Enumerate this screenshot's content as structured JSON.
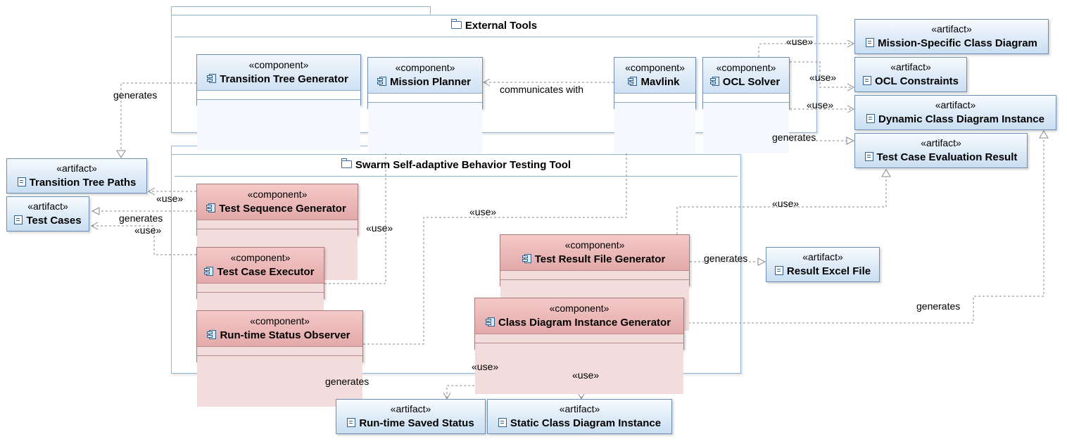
{
  "packages": {
    "external": {
      "title": "External Tools"
    },
    "swarm": {
      "title": "Swarm Self-adaptive Behavior Testing Tool"
    }
  },
  "components": {
    "ttg": {
      "stereotype": "«component»",
      "name": "Transition Tree Generator"
    },
    "mp": {
      "stereotype": "«component»",
      "name": "Mission Planner"
    },
    "mav": {
      "stereotype": "«component»",
      "name": "Mavlink"
    },
    "ocl": {
      "stereotype": "«component»",
      "name": "OCL Solver"
    },
    "tsg": {
      "stereotype": "«component»",
      "name": "Test Sequence Generator"
    },
    "tce": {
      "stereotype": "«component»",
      "name": "Test Case Executor"
    },
    "rso": {
      "stereotype": "«component»",
      "name": "Run-time Status Observer"
    },
    "trfg": {
      "stereotype": "«component»",
      "name": "Test Result File Generator"
    },
    "cdig": {
      "stereotype": "«component»",
      "name": "Class Diagram Instance Generator"
    }
  },
  "artifacts": {
    "mscd": {
      "stereotype": "«artifact»",
      "name": "Mission-Specific Class Diagram"
    },
    "oclc": {
      "stereotype": "«artifact»",
      "name": "OCL Constraints"
    },
    "dcdi": {
      "stereotype": "«artifact»",
      "name": "Dynamic Class Diagram Instance"
    },
    "tcer": {
      "stereotype": "«artifact»",
      "name": "Test Case Evaluation Result"
    },
    "ttp": {
      "stereotype": "«artifact»",
      "name": "Transition Tree Paths"
    },
    "tc": {
      "stereotype": "«artifact»",
      "name": "Test Cases"
    },
    "ref": {
      "stereotype": "«artifact»",
      "name": "Result Excel File"
    },
    "rss": {
      "stereotype": "«artifact»",
      "name": "Run-time Saved Status"
    },
    "scdi": {
      "stereotype": "«artifact»",
      "name": "Static Class Diagram Instance"
    }
  },
  "labels": {
    "use": "«use»",
    "generates": "generates",
    "communicates": "communicates with"
  },
  "colors": {
    "component_blue": "#d4e5f5",
    "component_red": "#e3a9a9",
    "artifact": "#c9def2",
    "border": "#6c8fb3",
    "edge": "#8a8a8a"
  }
}
